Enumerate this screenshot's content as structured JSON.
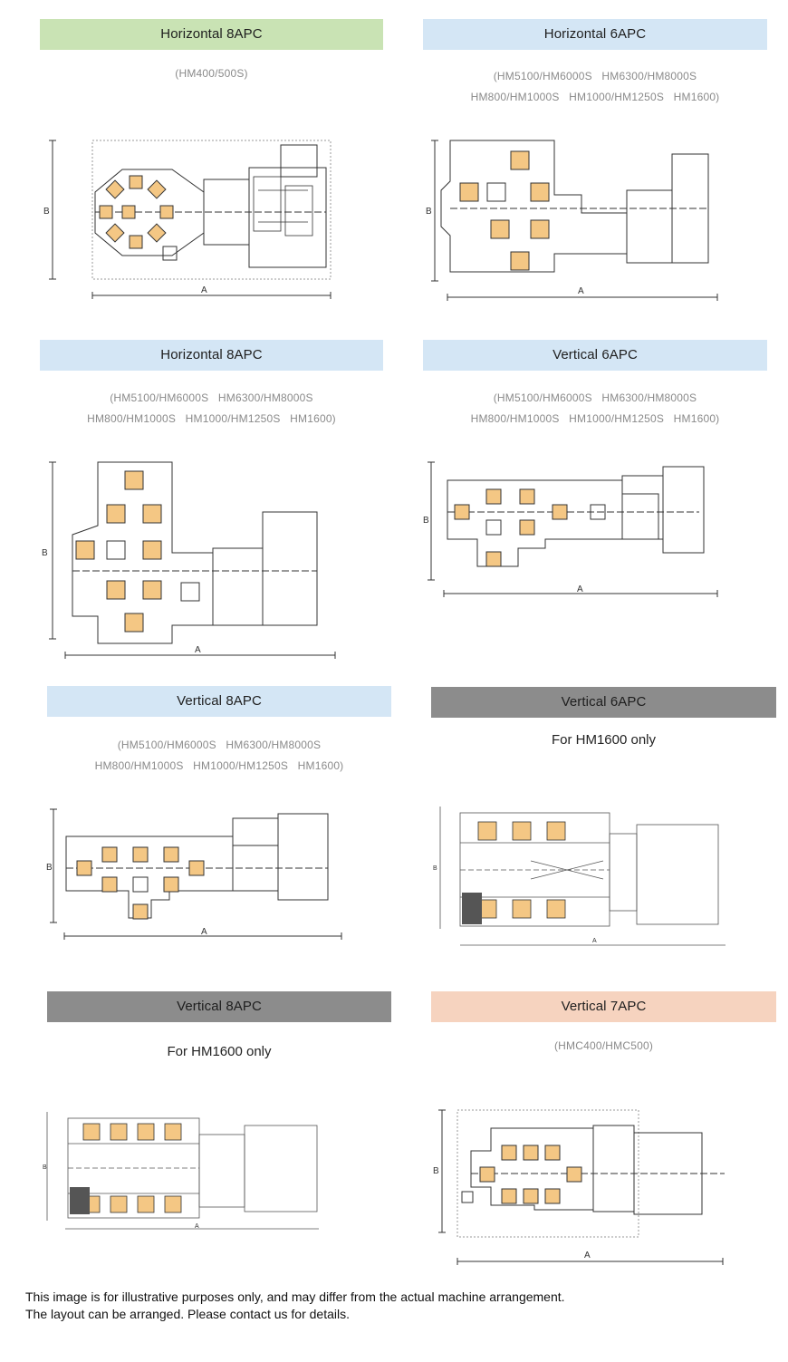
{
  "colors": {
    "green": "#c9e3b4",
    "blue": "#d4e6f5",
    "gray": "#8c8c8c",
    "peach": "#f6d3bf",
    "pallet": "#f4c784",
    "line": "#333333"
  },
  "panels": [
    {
      "title": "Horizontal 8APC",
      "sub1": "(HM400/500S)",
      "sub2": "",
      "note": "",
      "dimA": "A",
      "dimB": "B"
    },
    {
      "title": "Horizontal 6APC",
      "sub1": "(HM5100/HM6000S   HM6300/HM8000S",
      "sub2": "HM800/HM1000S   HM1000/HM1250S   HM1600)",
      "note": "",
      "dimA": "A",
      "dimB": "B"
    },
    {
      "title": "Horizontal 8APC",
      "sub1": "(HM5100/HM6000S   HM6300/HM8000S",
      "sub2": "HM800/HM1000S   HM1000/HM1250S   HM1600)",
      "note": "",
      "dimA": "A",
      "dimB": "B"
    },
    {
      "title": "Vertical 6APC",
      "sub1": "(HM5100/HM6000S   HM6300/HM8000S",
      "sub2": "HM800/HM1000S   HM1000/HM1250S   HM1600)",
      "note": "",
      "dimA": "A",
      "dimB": "B"
    },
    {
      "title": "Vertical 8APC",
      "sub1": "(HM5100/HM6000S   HM6300/HM8000S",
      "sub2": "HM800/HM1000S   HM1000/HM1250S   HM1600)",
      "note": "",
      "dimA": "A",
      "dimB": "B"
    },
    {
      "title": "Vertical 6APC",
      "sub1": "",
      "sub2": "",
      "note": "For HM1600 only",
      "dimA": "A",
      "dimB": "B"
    },
    {
      "title": "Vertical 8APC",
      "sub1": "",
      "sub2": "",
      "note": "For HM1600 only",
      "dimA": "A",
      "dimB": "B"
    },
    {
      "title": "Vertical 7APC",
      "sub1": "(HMC400/HMC500)",
      "sub2": "",
      "note": "",
      "dimA": "A",
      "dimB": "B"
    }
  ],
  "footer": {
    "line1": "This image is for illustrative purposes only, and may differ from the actual machine arrangement.",
    "line2": "The layout can be arranged.  Please contact us for details."
  }
}
